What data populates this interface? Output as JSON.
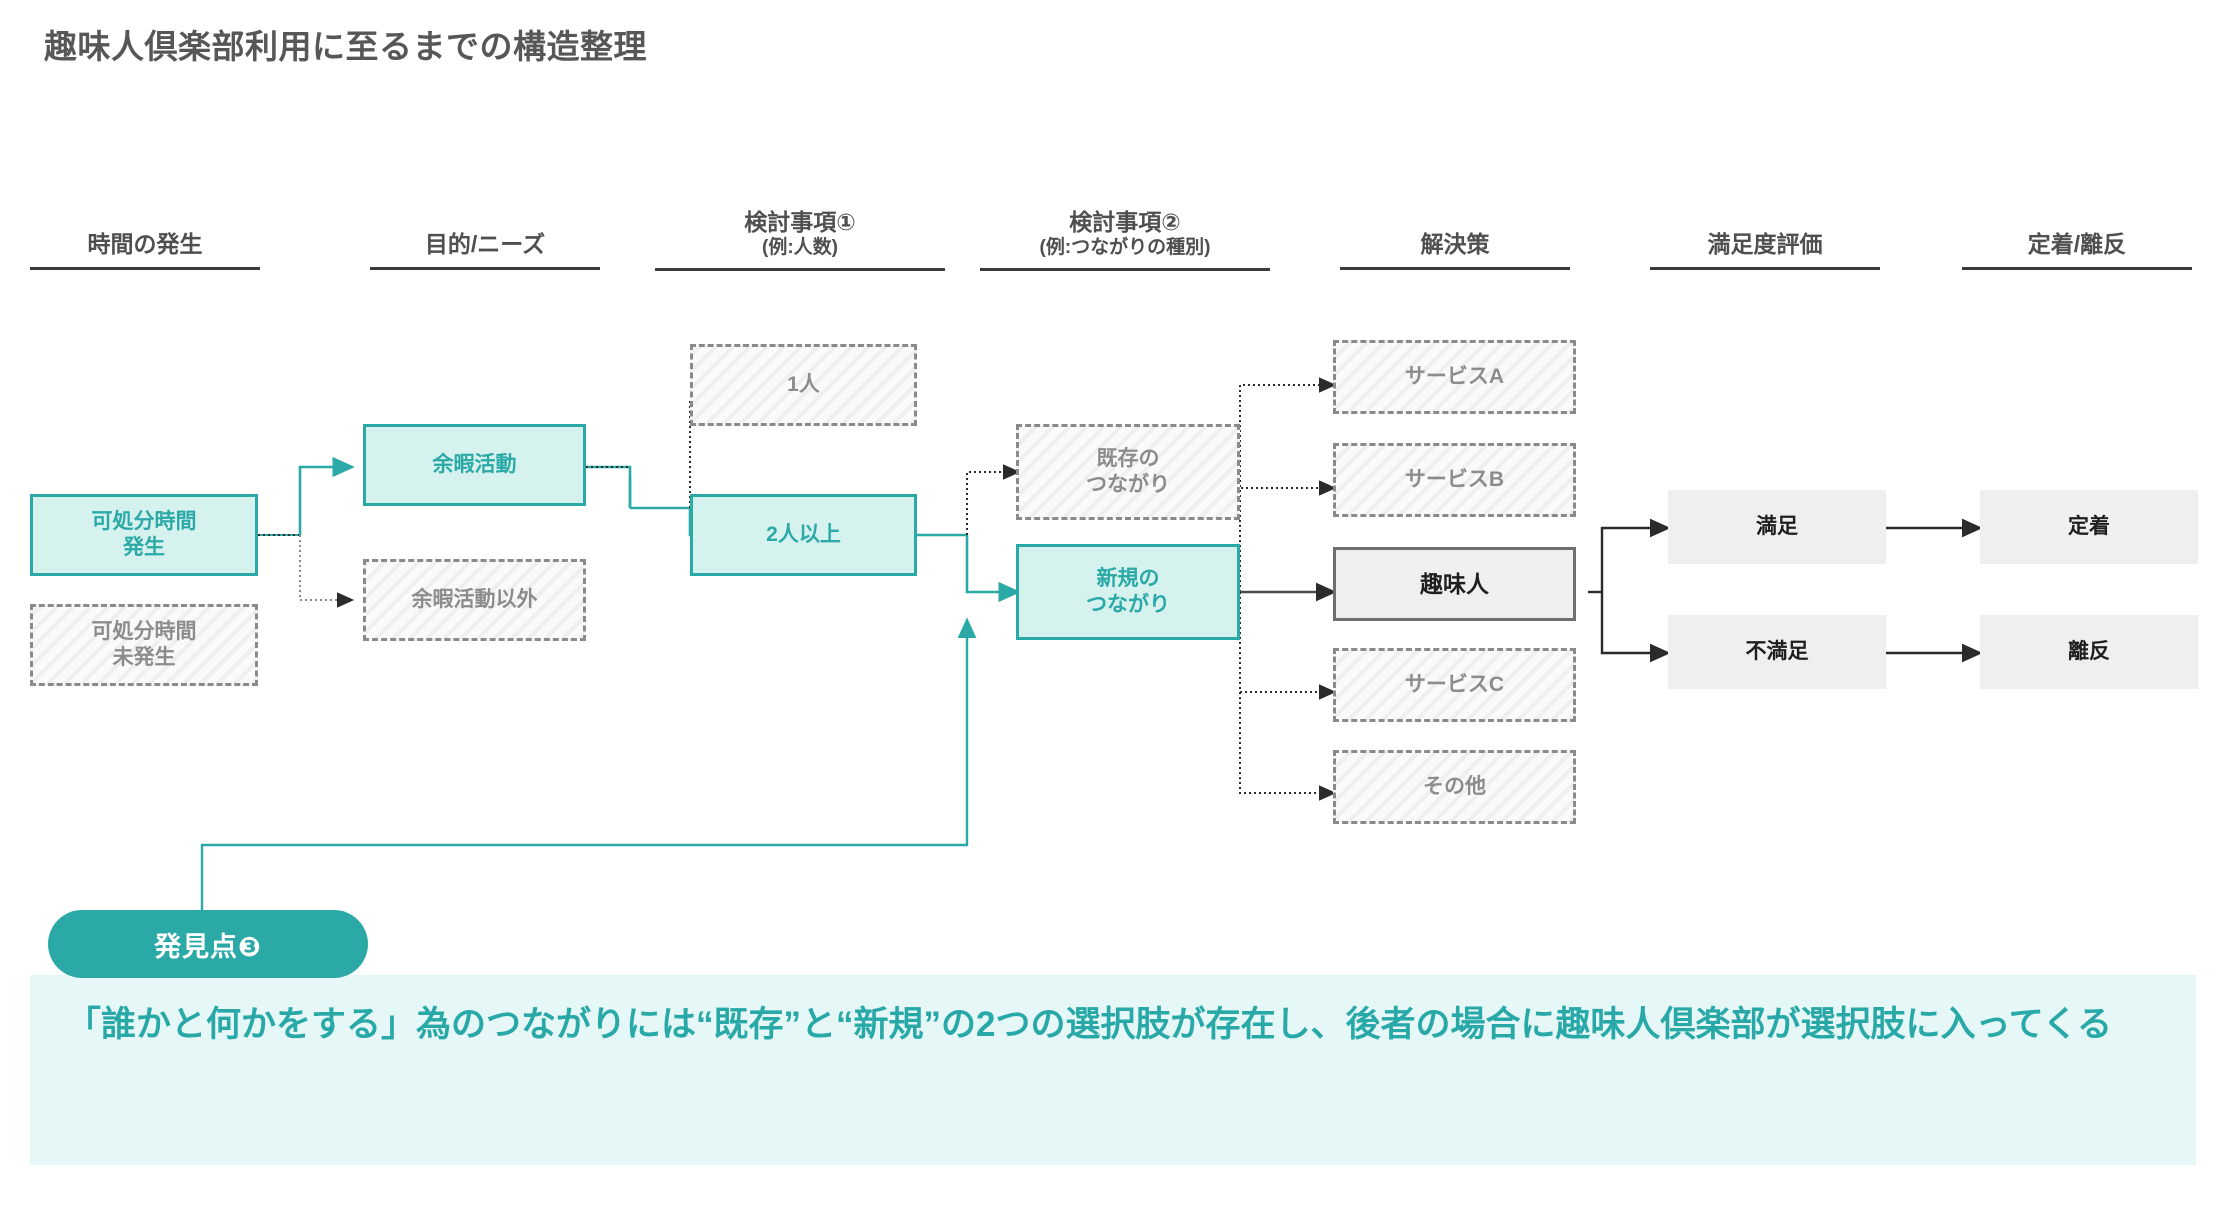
{
  "page": {
    "title": "趣味人倶楽部利用に至るまでの構造整理",
    "accent_color": "#2aa9a6",
    "accent_fill": "#d6f2ef",
    "inactive_color": "#8c8c8c",
    "panel_bg": "#e6f7f7"
  },
  "columns": [
    {
      "id": "time",
      "main": "時間の発生",
      "sub": ""
    },
    {
      "id": "purpose",
      "main": "目的/ニーズ",
      "sub": ""
    },
    {
      "id": "consider1",
      "main": "検討事項①",
      "sub": "(例:人数)"
    },
    {
      "id": "consider2",
      "main": "検討事項②",
      "sub": "(例:つながりの種別)"
    },
    {
      "id": "solution",
      "main": "解決策",
      "sub": ""
    },
    {
      "id": "satisfaction",
      "main": "満足度評価",
      "sub": ""
    },
    {
      "id": "retention",
      "main": "定着/離反",
      "sub": ""
    }
  ],
  "nodes": {
    "time_occurs": {
      "label": "可処分時間\n発生",
      "state": "active"
    },
    "time_not_occurs": {
      "label": "可処分時間\n未発生",
      "state": "inactive"
    },
    "leisure": {
      "label": "余暇活動",
      "state": "active"
    },
    "non_leisure": {
      "label": "余暇活動以外",
      "state": "inactive"
    },
    "one_person": {
      "label": "1人",
      "state": "inactive"
    },
    "two_or_more": {
      "label": "2人以上",
      "state": "active"
    },
    "existing_tie": {
      "label": "既存の\nつながり",
      "state": "inactive"
    },
    "new_tie": {
      "label": "新規の\nつながり",
      "state": "active"
    },
    "service_a": {
      "label": "サービスA",
      "state": "inactive"
    },
    "service_b": {
      "label": "サービスB",
      "state": "inactive"
    },
    "shumito": {
      "label": "趣味人",
      "state": "focus"
    },
    "service_c": {
      "label": "サービスC",
      "state": "inactive"
    },
    "service_other": {
      "label": "その他",
      "state": "inactive"
    },
    "satisfied": {
      "label": "満足",
      "state": "plain"
    },
    "dissatisfied": {
      "label": "不満足",
      "state": "plain"
    },
    "retained": {
      "label": "定着",
      "state": "plain"
    },
    "churned": {
      "label": "離反",
      "state": "plain"
    }
  },
  "insight": {
    "badge": "発見点❸",
    "text": "「誰かと何かをする」為のつながりには“既存”と“新規”の2つの選択肢が存在し、後者の場合に趣味人倶楽部が選択肢に入ってくる"
  }
}
